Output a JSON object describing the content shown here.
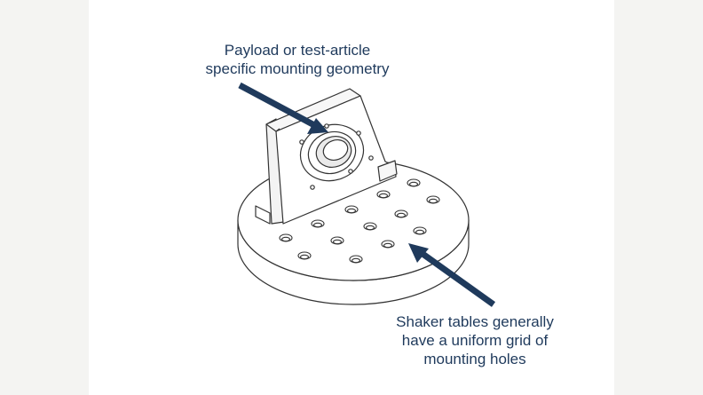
{
  "labels": {
    "payload": {
      "line1": "Payload or test-article",
      "line2": "specific mounting geometry"
    },
    "shaker": {
      "line1": "Shaker tables generally",
      "line2": "have a uniform grid of",
      "line3": "mounting holes"
    }
  },
  "colors": {
    "background": "#f4f4f2",
    "panel": "#ffffff",
    "line_art": "#333333",
    "callout": "#1f3a5c"
  }
}
